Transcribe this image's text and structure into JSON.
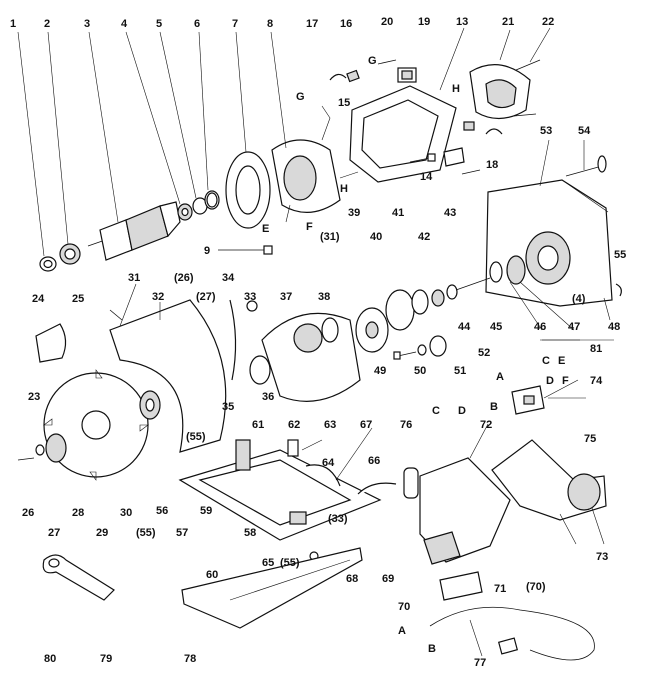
{
  "labels": {
    "l1": "1",
    "l2": "2",
    "l3": "3",
    "l4": "4",
    "l5": "5",
    "l6": "6",
    "l7": "7",
    "l8": "8",
    "l9": "9",
    "l13": "13",
    "l14": "14",
    "l15": "15",
    "l16": "16",
    "l17": "17",
    "l18": "18",
    "l19": "19",
    "l20": "20",
    "l21": "21",
    "l22": "22",
    "l23": "23",
    "l24": "24",
    "l25": "25",
    "l26": "26",
    "l27": "27",
    "l28": "28",
    "l29": "29",
    "l30": "30",
    "l31": "31",
    "l32": "32",
    "l33": "33",
    "l34": "34",
    "l35": "35",
    "l36": "36",
    "l37": "37",
    "l38": "38",
    "l39": "39",
    "l40": "40",
    "l41": "41",
    "l42": "42",
    "l43": "43",
    "l44": "44",
    "l45": "45",
    "l46": "46",
    "l47": "47",
    "l48": "48",
    "l49": "49",
    "l50": "50",
    "l51": "51",
    "l52": "52",
    "l53": "53",
    "l54": "54",
    "l55": "55",
    "l56": "56",
    "l57": "57",
    "l58": "58",
    "l59": "59",
    "l60": "60",
    "l61": "61",
    "l62": "62",
    "l63": "63",
    "l64": "64",
    "l65": "65",
    "l66": "66",
    "l67": "67",
    "l68": "68",
    "l69": "69",
    "l70": "70",
    "l71": "71",
    "l72": "72",
    "l73": "73",
    "l74": "74",
    "l75": "75",
    "l76": "76",
    "l77": "77",
    "l78": "78",
    "l79": "79",
    "l80": "80",
    "l81": "81",
    "p26": "(26)",
    "p27": "(27)",
    "p31": "(31)",
    "p4": "(4)",
    "p55a": "(55)",
    "p55b": "(55)",
    "p55c": "(55)",
    "p33": "(33)",
    "p70": "(70)",
    "G1": "G",
    "G2": "G",
    "H1": "H",
    "H2": "H",
    "E1": "E",
    "F1": "F",
    "C1": "C",
    "D1": "D",
    "C2": "C",
    "E2": "E",
    "D2": "D",
    "F2": "F",
    "A1": "A",
    "B1": "B",
    "A2": "A",
    "B2": "B"
  }
}
